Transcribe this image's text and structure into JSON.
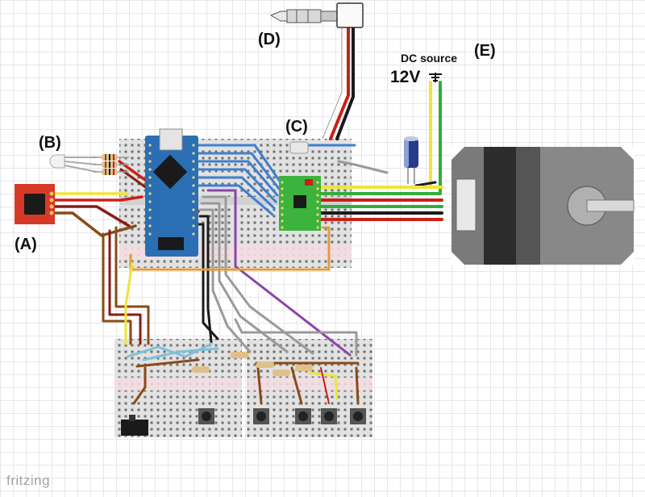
{
  "labels": {
    "a": "(A)",
    "b": "(B)",
    "c": "(C)",
    "d": "(D)",
    "e": "(E)",
    "dc_source": "DC source",
    "voltage": "12V"
  },
  "branding": {
    "app": "fritzing"
  },
  "colors": {
    "wire_red": "#c8201a",
    "wire_darkred": "#8a1c12",
    "wire_brown": "#8a4a16",
    "wire_blue": "#3f7fd0",
    "wire_yellow": "#eee53a",
    "wire_green": "#2fae3b",
    "wire_black": "#1a1a1a",
    "wire_gray": "#9a9a9a",
    "wire_purple": "#8a45a8",
    "wire_orange": "#e49b3e",
    "arduino": "#2a6fb3",
    "driver": "#3cb33c",
    "sensor": "#d63a26",
    "motor": "#4a4a4a",
    "breadboard": "#e2e2e2"
  },
  "icons": [
    "breadboard-icon",
    "arduino-nano-icon",
    "stepper-driver-icon",
    "stepper-motor-icon",
    "audio-jack-icon",
    "capacitor-icon",
    "rgb-led-icon",
    "sensor-module-icon",
    "push-button-icon",
    "slide-switch-icon",
    "resistor-icon",
    "dc-source-icon"
  ]
}
